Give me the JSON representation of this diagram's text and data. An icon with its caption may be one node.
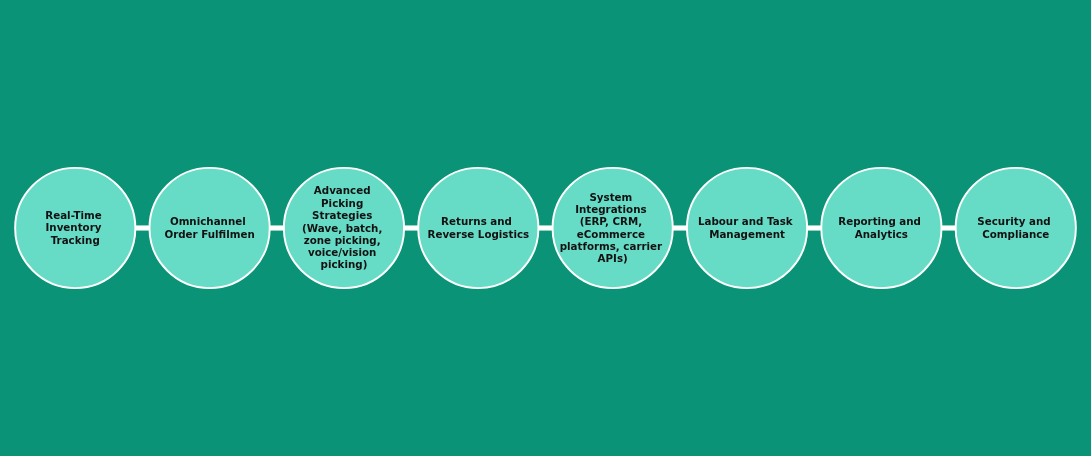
{
  "diagram": {
    "nodes": [
      {
        "text": [
          "Real-Time Inventory Tracking"
        ]
      },
      {
        "text": [
          "Omnichannel Order Fulfilmen"
        ]
      },
      {
        "text": [
          "Advanced Picking Strategies (Wave, batch, zone picking, voice/vision picking)"
        ]
      },
      {
        "text": [
          "Returns and Reverse Logistics"
        ]
      },
      {
        "text": [
          "System Integrations (ERP, CRM, eCommerce platforms, carrier APIs)"
        ]
      },
      {
        "text": [
          "Labour and Task Management"
        ]
      },
      {
        "text": [
          "Reporting and Analytics"
        ]
      },
      {
        "text": [
          "Security and Compliance"
        ]
      }
    ],
    "edges": [
      {
        "from": 0,
        "to": 1,
        "arrow": "none"
      },
      {
        "from": 1,
        "to": 2,
        "arrow": "none"
      },
      {
        "from": 2,
        "to": 3,
        "arrow": "none"
      },
      {
        "from": 3,
        "to": 4,
        "arrow": "none"
      },
      {
        "from": 4,
        "to": 5,
        "arrow": "none"
      },
      {
        "from": 5,
        "to": 6,
        "arrow": "none"
      },
      {
        "from": 6,
        "to": 7,
        "arrow": "none"
      }
    ]
  }
}
